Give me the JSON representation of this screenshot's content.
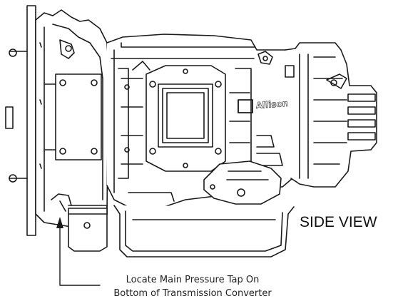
{
  "labels": {
    "view": "SIDE VIEW",
    "callout_line1": "Locate Main Pressure Tap On",
    "callout_line2": "Bottom of Transmission Converter",
    "brand": "Allison"
  },
  "colors": {
    "ink": "#1a1a1a",
    "background": "#ffffff"
  },
  "icons": [
    "transmission-line-drawing",
    "leader-arrow"
  ]
}
